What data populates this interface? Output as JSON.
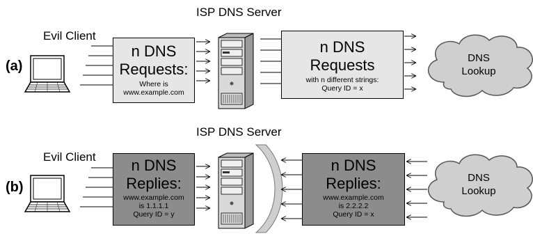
{
  "panels": [
    {
      "label": "(a)",
      "server_title": "ISP DNS Server",
      "client_label": "Evil Client",
      "left_box": {
        "heading_1": "n DNS",
        "heading_2": "Requests:",
        "line_1": "Where is",
        "line_2": "www.example.com",
        "line_3": ""
      },
      "right_box": {
        "heading_1": "n DNS",
        "heading_2": "Requests",
        "line_1": "with n different strings:",
        "line_2": "Query ID = x",
        "line_3": ""
      },
      "cloud": {
        "line_1": "DNS",
        "line_2": "Lookup"
      }
    },
    {
      "label": "(b)",
      "server_title": "ISP DNS Server",
      "client_label": "Evil Client",
      "left_box": {
        "heading_1": "n DNS",
        "heading_2": "Replies:",
        "line_1": "www.example.com",
        "line_2": "is 1.1.1.1",
        "line_3": "Query ID = y"
      },
      "right_box": {
        "heading_1": "n DNS",
        "heading_2": "Replies:",
        "line_1": "www.example.com",
        "line_2": "is 2.2.2.2",
        "line_3": "Query ID = x"
      },
      "cloud": {
        "line_1": "DNS",
        "line_2": "Lookup"
      }
    }
  ],
  "colors": {
    "request_box_fill": "#e6e6e6",
    "reply_box_fill": "#8c8c8c",
    "cloud_fill": "#cfcfcf",
    "server_fill": "#d9d9d9"
  },
  "icons": [
    "laptop-icon",
    "server-tower-icon",
    "cloud-icon",
    "shield-icon",
    "arrow-icon"
  ]
}
